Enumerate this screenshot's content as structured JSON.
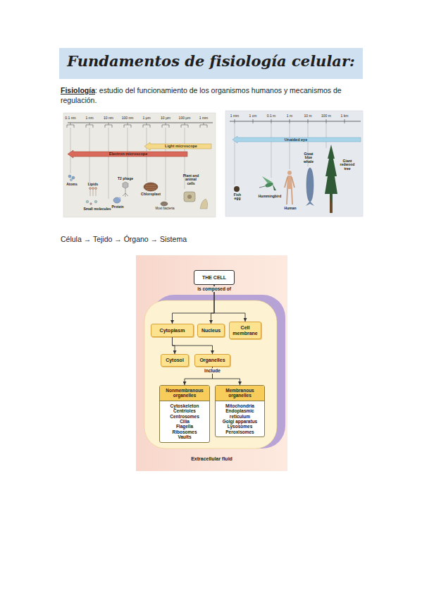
{
  "diagram": {
    "title": "Fundamentos de fisiología celular:",
    "nodes": [
      {
        "text": [
          "Extracellular fluid"
        ]
      },
      {
        "text": [
          "THE CELL"
        ],
        "in": 0
      },
      {
        "text": [
          "Cytoplasm"
        ],
        "in": 0
      },
      {
        "text": [
          "Nucleus"
        ],
        "in": 0
      },
      {
        "text": [
          "Cell membrane"
        ],
        "in": 0
      },
      {
        "text": [
          "Cytosol"
        ],
        "in": 0
      },
      {
        "text": [
          "Organelles"
        ],
        "in": 0
      },
      {
        "text": [
          "Nonmembranous organelles",
          "Cytoskeleton",
          "Centrioles",
          "Centrosomes",
          "Cilia",
          "Flagella",
          "Ribosomes",
          "Vaults"
        ],
        "in": 0
      },
      {
        "text": [
          "Membranous organelles",
          "Mitochondria",
          "Endoplasmic reticulum",
          "Golgi apparatus",
          "Lysosomes",
          "Peroxisomes"
        ],
        "in": 0
      }
    ],
    "edges": [
      {
        "from": 1,
        "to": 2,
        "arrow": "to"
      },
      {
        "from": 1,
        "to": 3,
        "arrow": "to",
        "label": "is composed of"
      },
      {
        "from": 1,
        "to": 4,
        "arrow": "to"
      },
      {
        "from": 2,
        "to": 5,
        "arrow": "to"
      },
      {
        "from": 2,
        "to": 6,
        "arrow": "to"
      },
      {
        "from": 6,
        "to": 7,
        "arrow": "to",
        "label": "include"
      },
      {
        "from": 6,
        "to": 8,
        "arrow": "to"
      }
    ],
    "labels": [
      "Fisiología",
      ": estudio del funcionamiento de los organismos humanos y mecanismos de regulación.",
      "0.1 nm",
      "1 nm",
      "10 nm",
      "100 nm",
      "1 µm",
      "10 µm",
      "100 µm",
      "1 mm",
      "Light microscope",
      "Electron microscope",
      "Atoms",
      "Lipids",
      "Small molecules",
      "Protein",
      "T2 phage",
      "Chloroplast",
      "Plant and animal cells",
      "Most bacteria",
      "1 mm",
      "1 cm",
      "0.1 m",
      "1 m",
      "10 m",
      "100 m",
      "1 km",
      "Unaided eye",
      "Fish egg",
      "Hummingbird",
      "Human",
      "Great blue whale",
      "Giant redwood tree",
      "Célula → Tejido → Órgano → Sistema"
    ]
  }
}
